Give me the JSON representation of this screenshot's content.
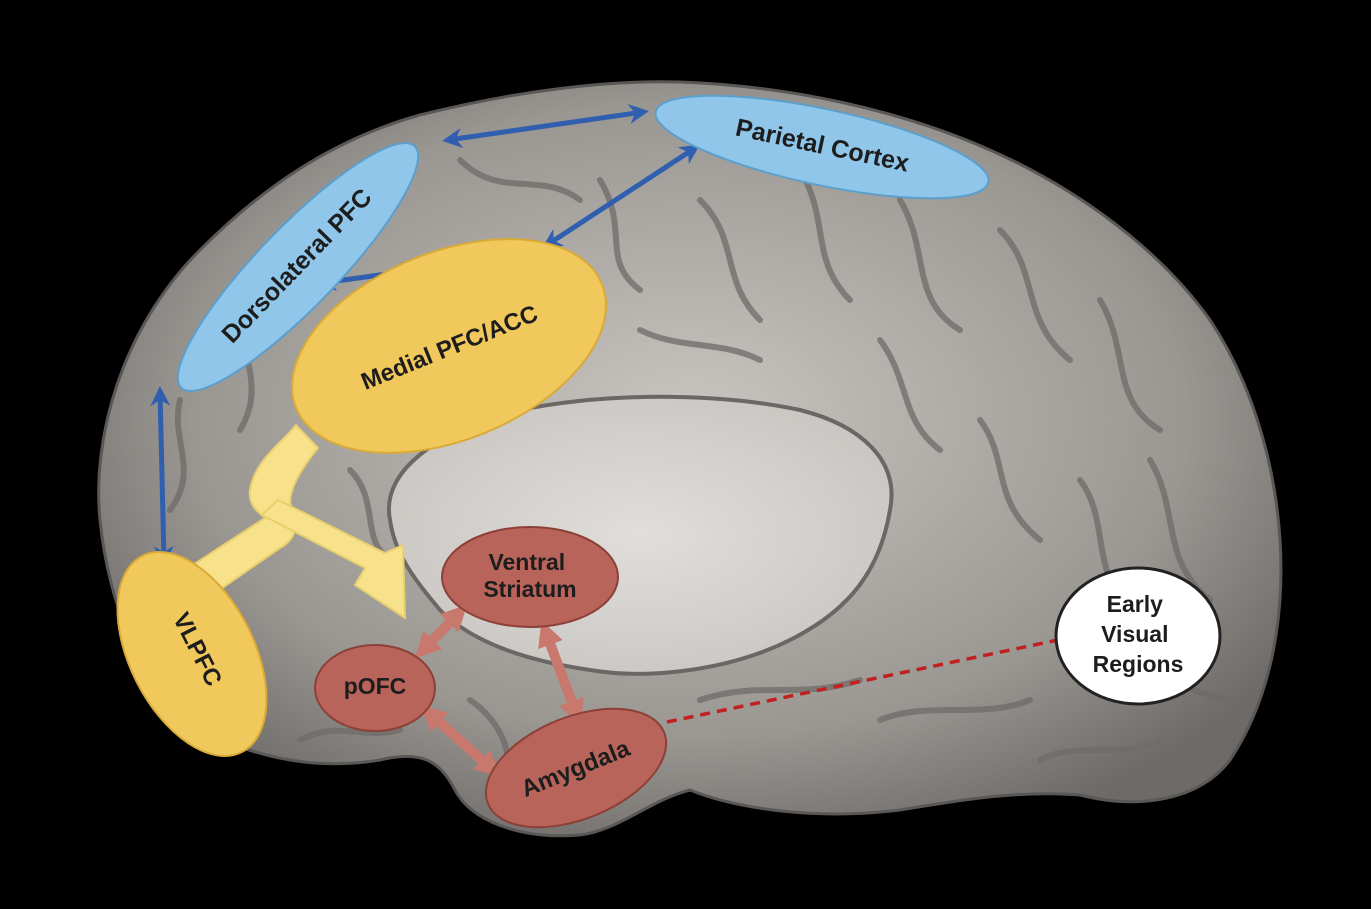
{
  "regions": {
    "dorsolateral_pfc": {
      "label": "Dorsolateral PFC",
      "color": "#8fc6ea"
    },
    "parietal_cortex": {
      "label": "Parietal Cortex",
      "color": "#8fc6ea"
    },
    "medial_pfc_acc": {
      "label": "Medial PFC/ACC",
      "color": "#f1c85c"
    },
    "vlpfc": {
      "label": "VLPFC",
      "color": "#f1c85c"
    },
    "ventral_striatum": {
      "lines": [
        "Ventral",
        "Striatum"
      ],
      "color": "#b9645a"
    },
    "pofc": {
      "label": "pOFC",
      "color": "#b9645a"
    },
    "amygdala": {
      "label": "Amygdala",
      "color": "#b9645a"
    },
    "early_visual_regions": {
      "lines": [
        "Early",
        "Visual",
        "Regions"
      ],
      "color": "#ffffff"
    }
  },
  "colors": {
    "background": "#000000",
    "brain_surface": "#9d9a96",
    "brain_inner": "#d9d7d4",
    "blue_arrow": "#2f5fae",
    "yellow_arrow": "#f7e18a",
    "red_arrow": "#c8786c",
    "dashed_line": "#c0201f"
  }
}
